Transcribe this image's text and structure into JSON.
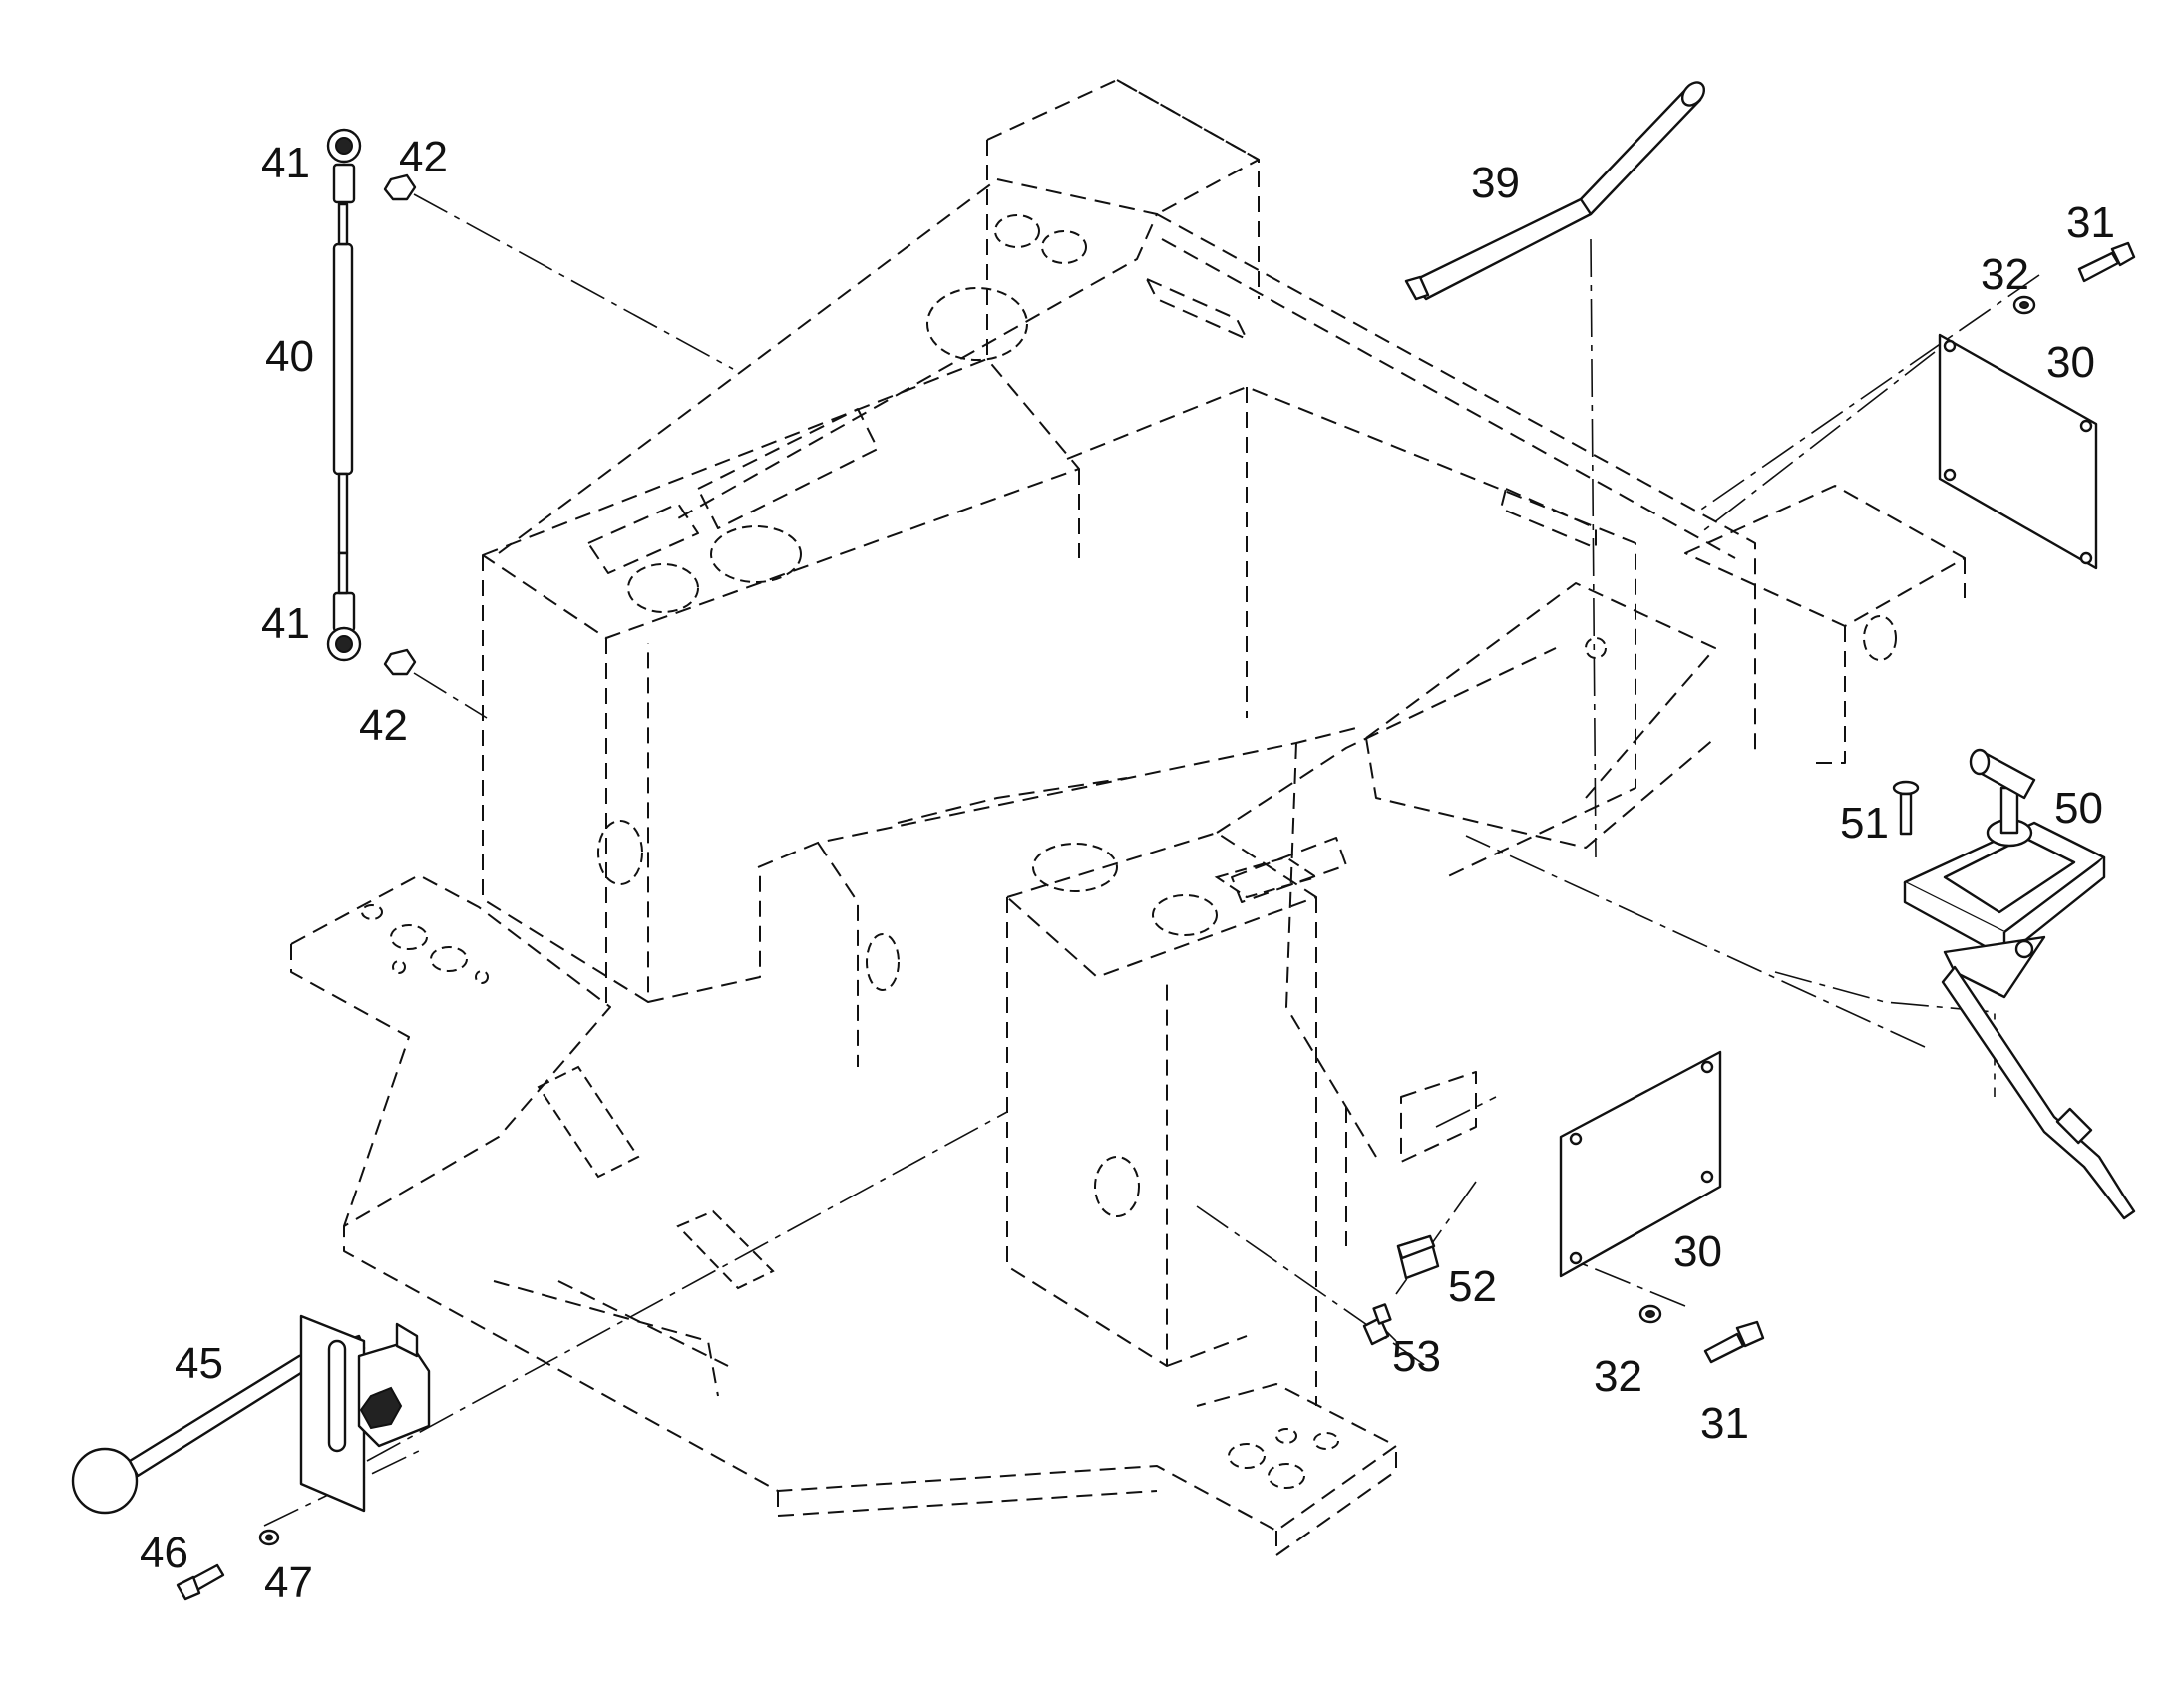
{
  "diagram": {
    "type": "exploded-parts-view",
    "callouts": {
      "c30a": "30",
      "c30b": "30",
      "c31a": "31",
      "c31b": "31",
      "c32a": "32",
      "c32b": "32",
      "c39": "39",
      "c40": "40",
      "c41a": "41",
      "c41b": "41",
      "c42a": "42",
      "c42b": "42",
      "c45": "45",
      "c46": "46",
      "c47": "47",
      "c50": "50",
      "c51": "51",
      "c52": "52",
      "c53": "53"
    }
  }
}
